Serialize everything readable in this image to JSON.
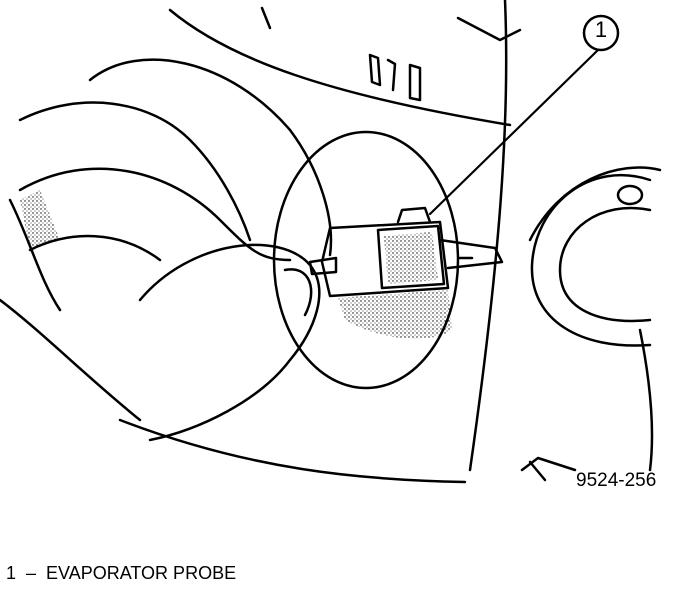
{
  "callout": {
    "number": "1"
  },
  "figure_number": "9524-256",
  "legend": [
    {
      "number": "1",
      "separator": "–",
      "label": "EVAPORATOR PROBE"
    }
  ]
}
